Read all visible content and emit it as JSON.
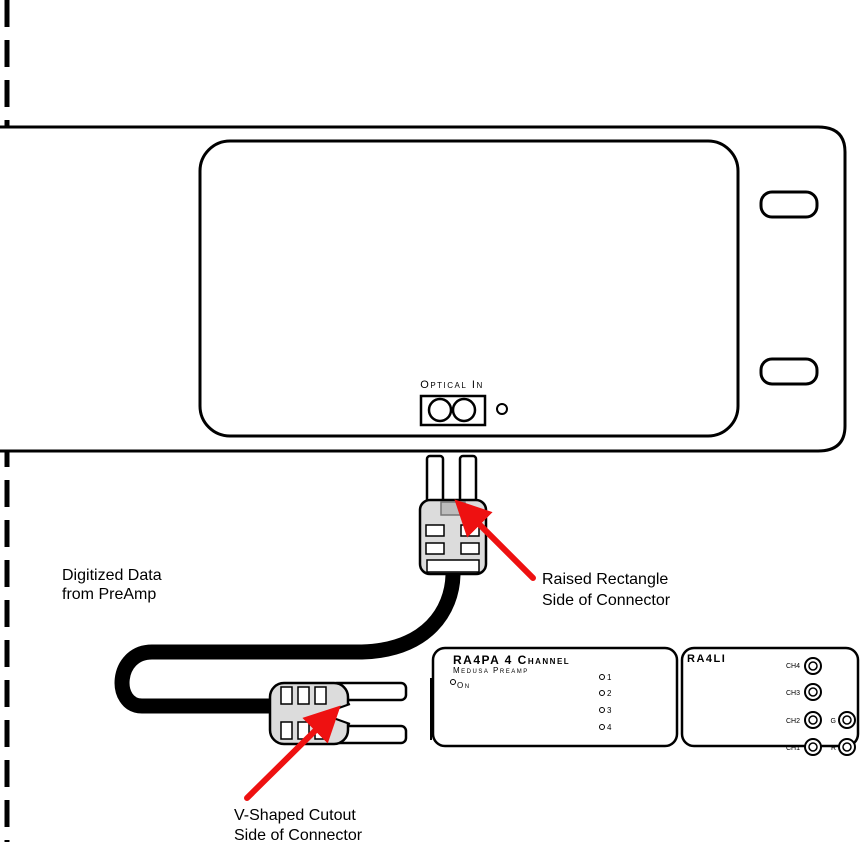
{
  "rack": {
    "port_label": "Optical In"
  },
  "annotations": {
    "digitized": [
      "Digitized Data",
      "from PreAmp"
    ],
    "raised": [
      "Raised Rectangle",
      "Side of Connector"
    ],
    "vshaped": [
      "V-Shaped Cutout",
      "Side of Connector"
    ]
  },
  "preamp": {
    "title": "RA4PA 4 Channel",
    "subtitle": "Medusa Preamp",
    "on_label": "On",
    "channels": [
      "1",
      "2",
      "3",
      "4"
    ]
  },
  "line_input": {
    "title": "RA4LI",
    "channels": [
      "CH4",
      "CH3",
      "CH2",
      "CH1"
    ],
    "extra": [
      "G",
      "R"
    ]
  },
  "colors": {
    "arrow": "#ee1111",
    "line": "#000000",
    "connector_fill": "#dcdcdc"
  }
}
